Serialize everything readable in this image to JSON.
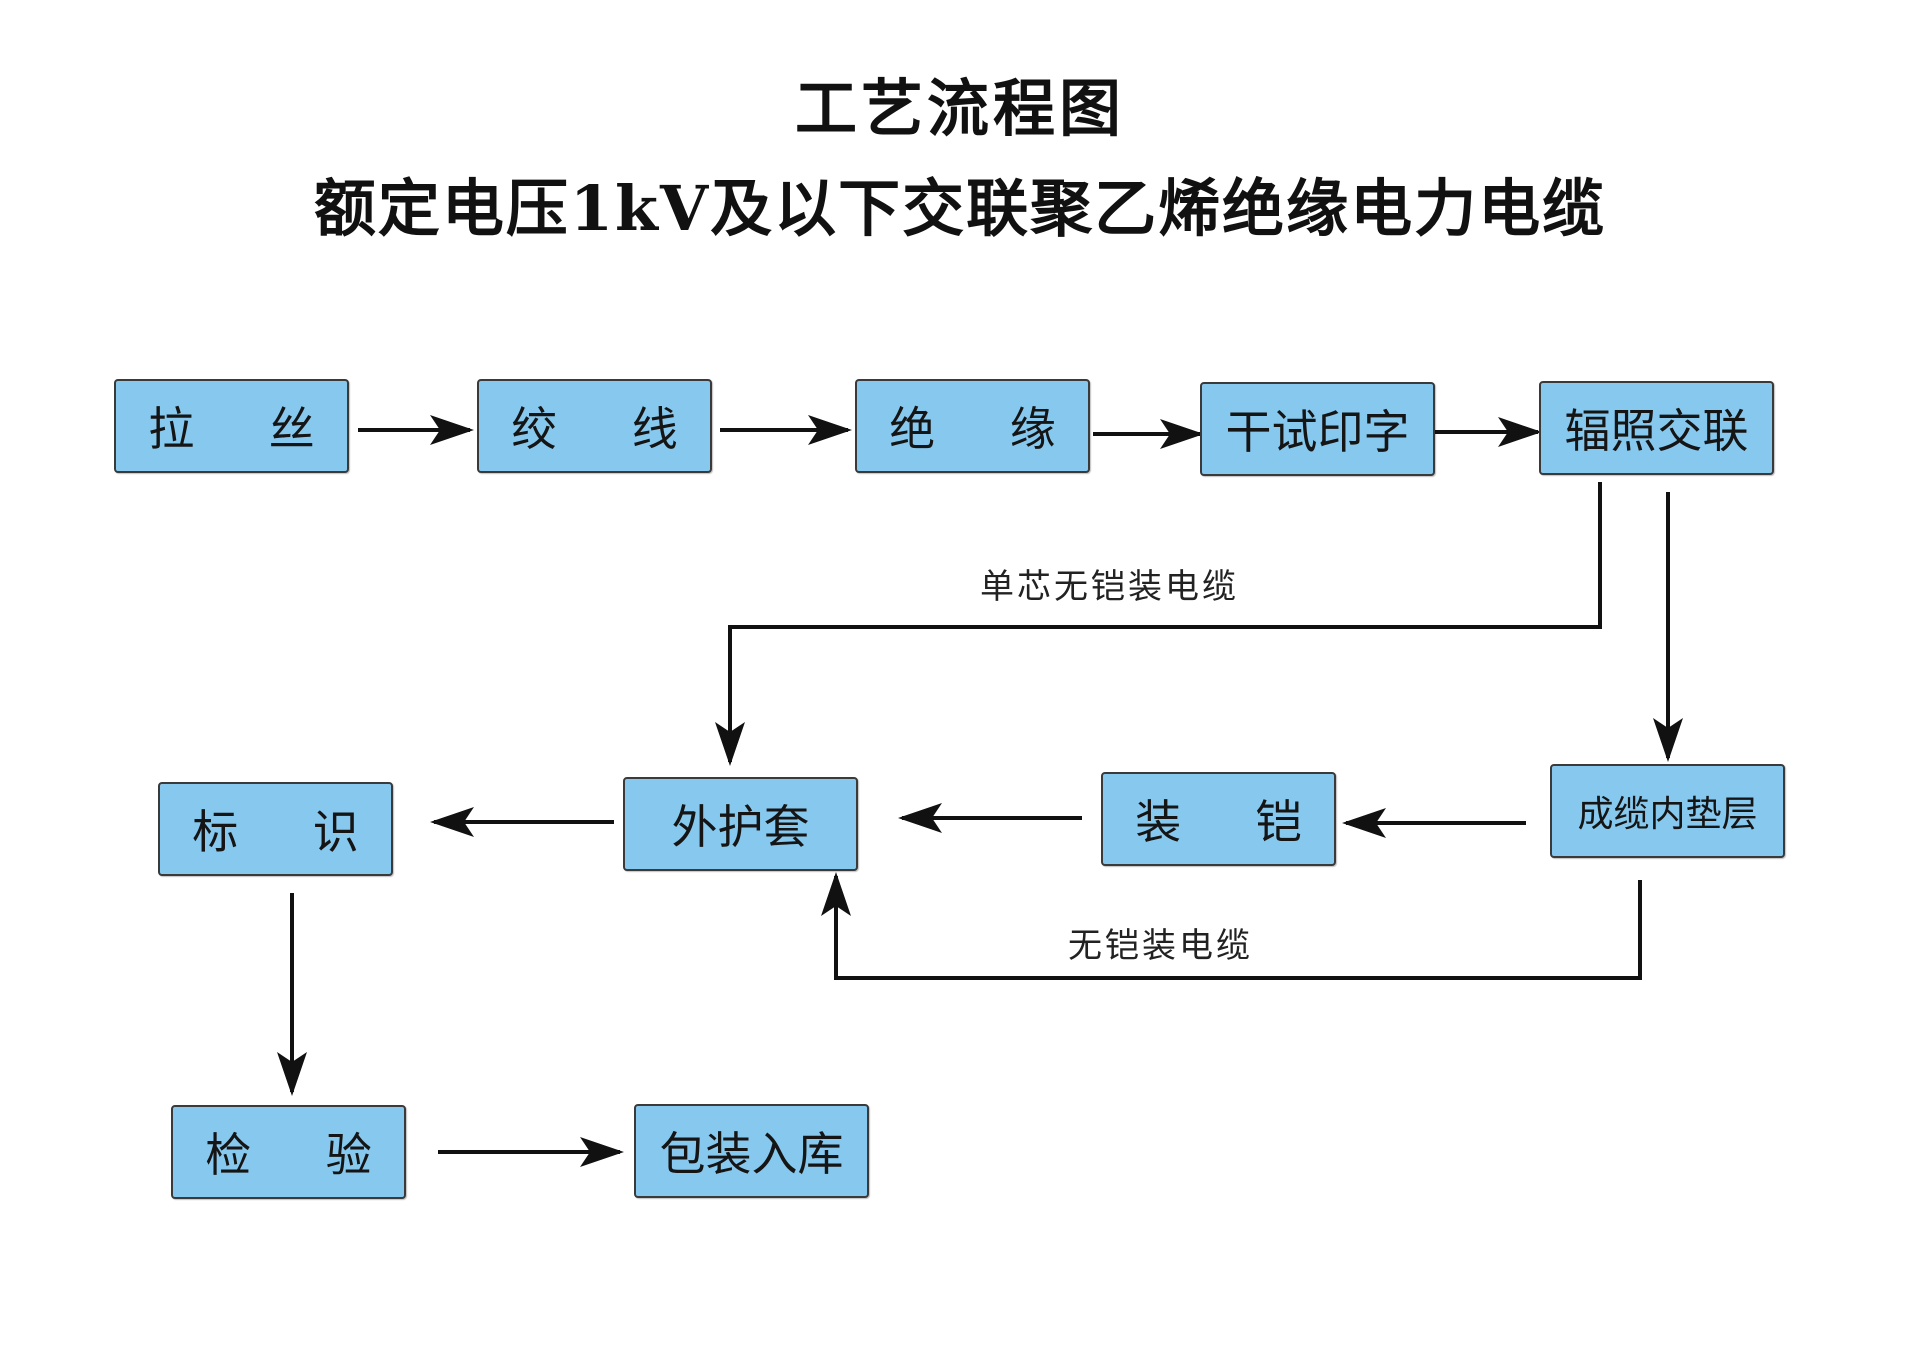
{
  "title": {
    "line1": "工艺流程图",
    "line2": "额定电压1kV及以下交联聚乙烯绝缘电力电缆"
  },
  "colors": {
    "node_fill": "#87c9ee",
    "node_border": "#3a3a3a",
    "arrow": "#111111"
  },
  "nodes": {
    "lasi": "拉 丝",
    "jiaoxian": "绞 线",
    "jueyuan": "绝 缘",
    "ganshi": "干试印字",
    "fuzhao": "辐照交联",
    "chenglan": "成缆内垫层",
    "zhuangkai": "装 铠",
    "waihutao": "外护套",
    "biaoshi": "标 识",
    "jianyan": "检 验",
    "baozhuang": "包装入库"
  },
  "edge_labels": {
    "single_core": "单芯无铠装电缆",
    "no_armor": "无铠装电缆"
  }
}
